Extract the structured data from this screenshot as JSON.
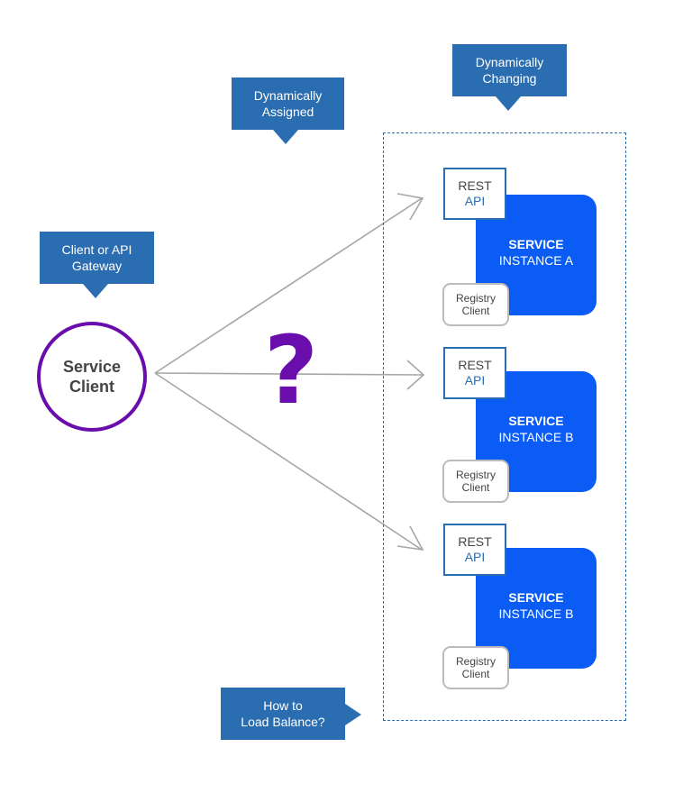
{
  "callouts": {
    "assigned": {
      "line1": "Dynamically",
      "line2": "Assigned"
    },
    "changing": {
      "line1": "Dynamically",
      "line2": "Changing"
    },
    "gateway": {
      "line1": "Client or API",
      "line2": "Gateway"
    },
    "balance": {
      "line1": "How to",
      "line2": "Load Balance?"
    }
  },
  "service_client": {
    "line1": "Service",
    "line2": "Client"
  },
  "question_mark": "?",
  "instances": [
    {
      "rest": "REST",
      "api": "API",
      "title": "SERVICE",
      "name": "INSTANCE A",
      "registry1": "Registry",
      "registry2": "Client"
    },
    {
      "rest": "REST",
      "api": "API",
      "title": "SERVICE",
      "name": "INSTANCE B",
      "registry1": "Registry",
      "registry2": "Client"
    },
    {
      "rest": "REST",
      "api": "API",
      "title": "SERVICE",
      "name": "INSTANCE B",
      "registry1": "Registry",
      "registry2": "Client"
    }
  ],
  "colors": {
    "callout": "#2a6db0",
    "instance": "#0a5cf5",
    "client_ring": "#6a0dad",
    "arrow": "#a6a6a6"
  }
}
